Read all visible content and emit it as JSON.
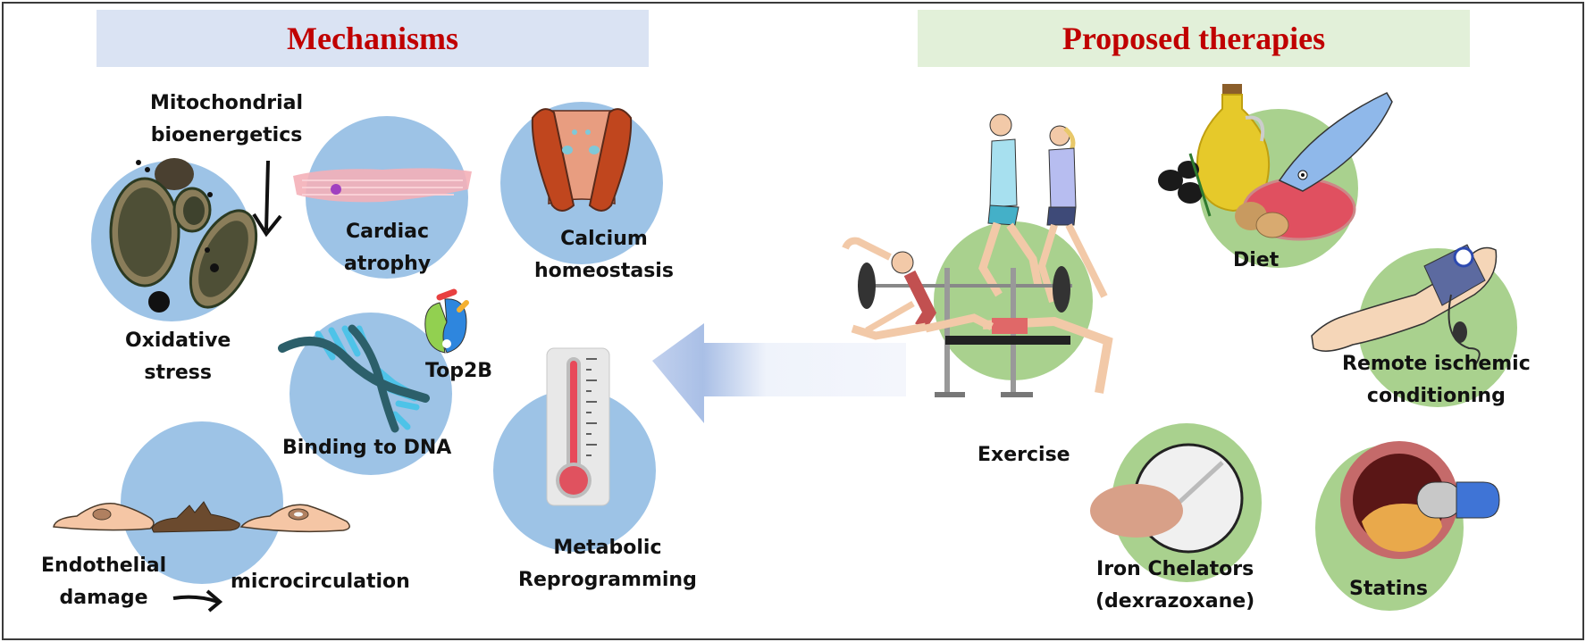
{
  "headers": {
    "mechanisms": "Mechanisms",
    "therapies": "Proposed therapies"
  },
  "mechanisms": {
    "mitochondrial": [
      "Mitochondrial",
      "bioenergetics"
    ],
    "oxidative": [
      "Oxidative",
      "stress"
    ],
    "cardiac": [
      "Cardiac",
      "atrophy"
    ],
    "calcium": [
      "Calcium",
      "homeostasis"
    ],
    "top2b": "Top2B",
    "dna": "Binding to DNA",
    "endothelial": [
      "Endothelial",
      "damage"
    ],
    "microcirculation": "microcirculation",
    "metabolic": [
      "Metabolic",
      "Reprogramming"
    ]
  },
  "therapies": {
    "exercise": "Exercise",
    "diet": "Diet",
    "remote": [
      "Remote ischemic",
      "conditioning"
    ],
    "iron": [
      "Iron Chelators",
      "(dexrazoxane)"
    ],
    "statins": "Statins"
  },
  "colors": {
    "header_text": "#c00000",
    "mechanisms_header_bg": "#dae3f3",
    "therapies_header_bg": "#e2f0d9",
    "mechanism_circle": "#9dc3e6",
    "therapy_circle": "#a9d18e"
  }
}
